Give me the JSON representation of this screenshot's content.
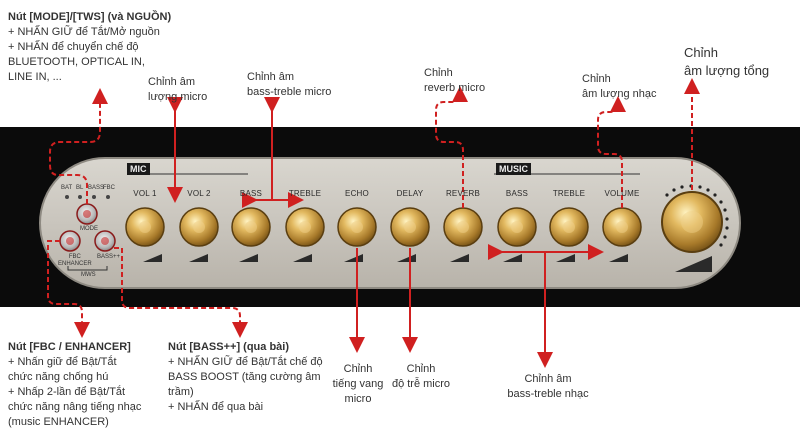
{
  "annotations": {
    "mode": {
      "title": "Nút [MODE]/[TWS] (và NGUỒN)",
      "lines": [
        "+ NHẤN GIỮ để Tắt/Mở nguồn",
        "+ NHẤN để chuyển chế độ",
        "BLUETOOTH, OPTICAL IN,",
        "LINE IN, ..."
      ]
    },
    "mic_volume": [
      "Chỉnh âm",
      "lượng micro"
    ],
    "mic_bass_treble": [
      "Chỉnh âm",
      "bass-treble micro"
    ],
    "reverb": [
      "Chỉnh",
      "reverb micro"
    ],
    "music_volume": [
      "Chỉnh",
      "âm lượng nhạc"
    ],
    "master_volume": [
      "Chỉnh",
      "âm lượng tổng"
    ],
    "fbc": {
      "title": "Nút [FBC / ENHANCER]",
      "lines": [
        "+ Nhấn giữ để Bật/Tắt",
        "chức năng chống hú",
        "+ Nhấp 2-lần để Bật/Tắt",
        "chức năng nâng tiếng nhạc",
        "(music ENHANCER)"
      ]
    },
    "bass_pp": {
      "title": "Nút [BASS++] (qua bài)",
      "lines": [
        "+ NHẤN GIỮ để Bật/Tắt chế độ",
        "BASS BOOST (tăng cường âm",
        "trầm)",
        "+ NHẤN để qua bài"
      ]
    },
    "echo": [
      "Chỉnh",
      "tiếng vang micro"
    ],
    "delay": [
      "Chỉnh",
      "độ trễ micro"
    ],
    "music_bass_treble": [
      "Chỉnh âm",
      "bass-treble nhạc"
    ]
  },
  "panel": {
    "mic_tag": "MIC",
    "music_tag": "MUSIC",
    "knob_labels": [
      "VOL 1",
      "VOL 2",
      "BASS",
      "TREBLE",
      "ECHO",
      "DELAY",
      "REVERB",
      "BASS",
      "TREBLE",
      "VOLUME"
    ],
    "indicators": [
      "BAT",
      "BL",
      "BASS",
      "FBC"
    ],
    "mode_label": "MODE",
    "fbc_label": "FBC\nENHANCER",
    "bass_label": "BASS++",
    "tws_label": "MWS"
  },
  "colors": {
    "accent_red": "#d02020",
    "strip": "#0b0b0b",
    "gold": "#c9a24a"
  }
}
